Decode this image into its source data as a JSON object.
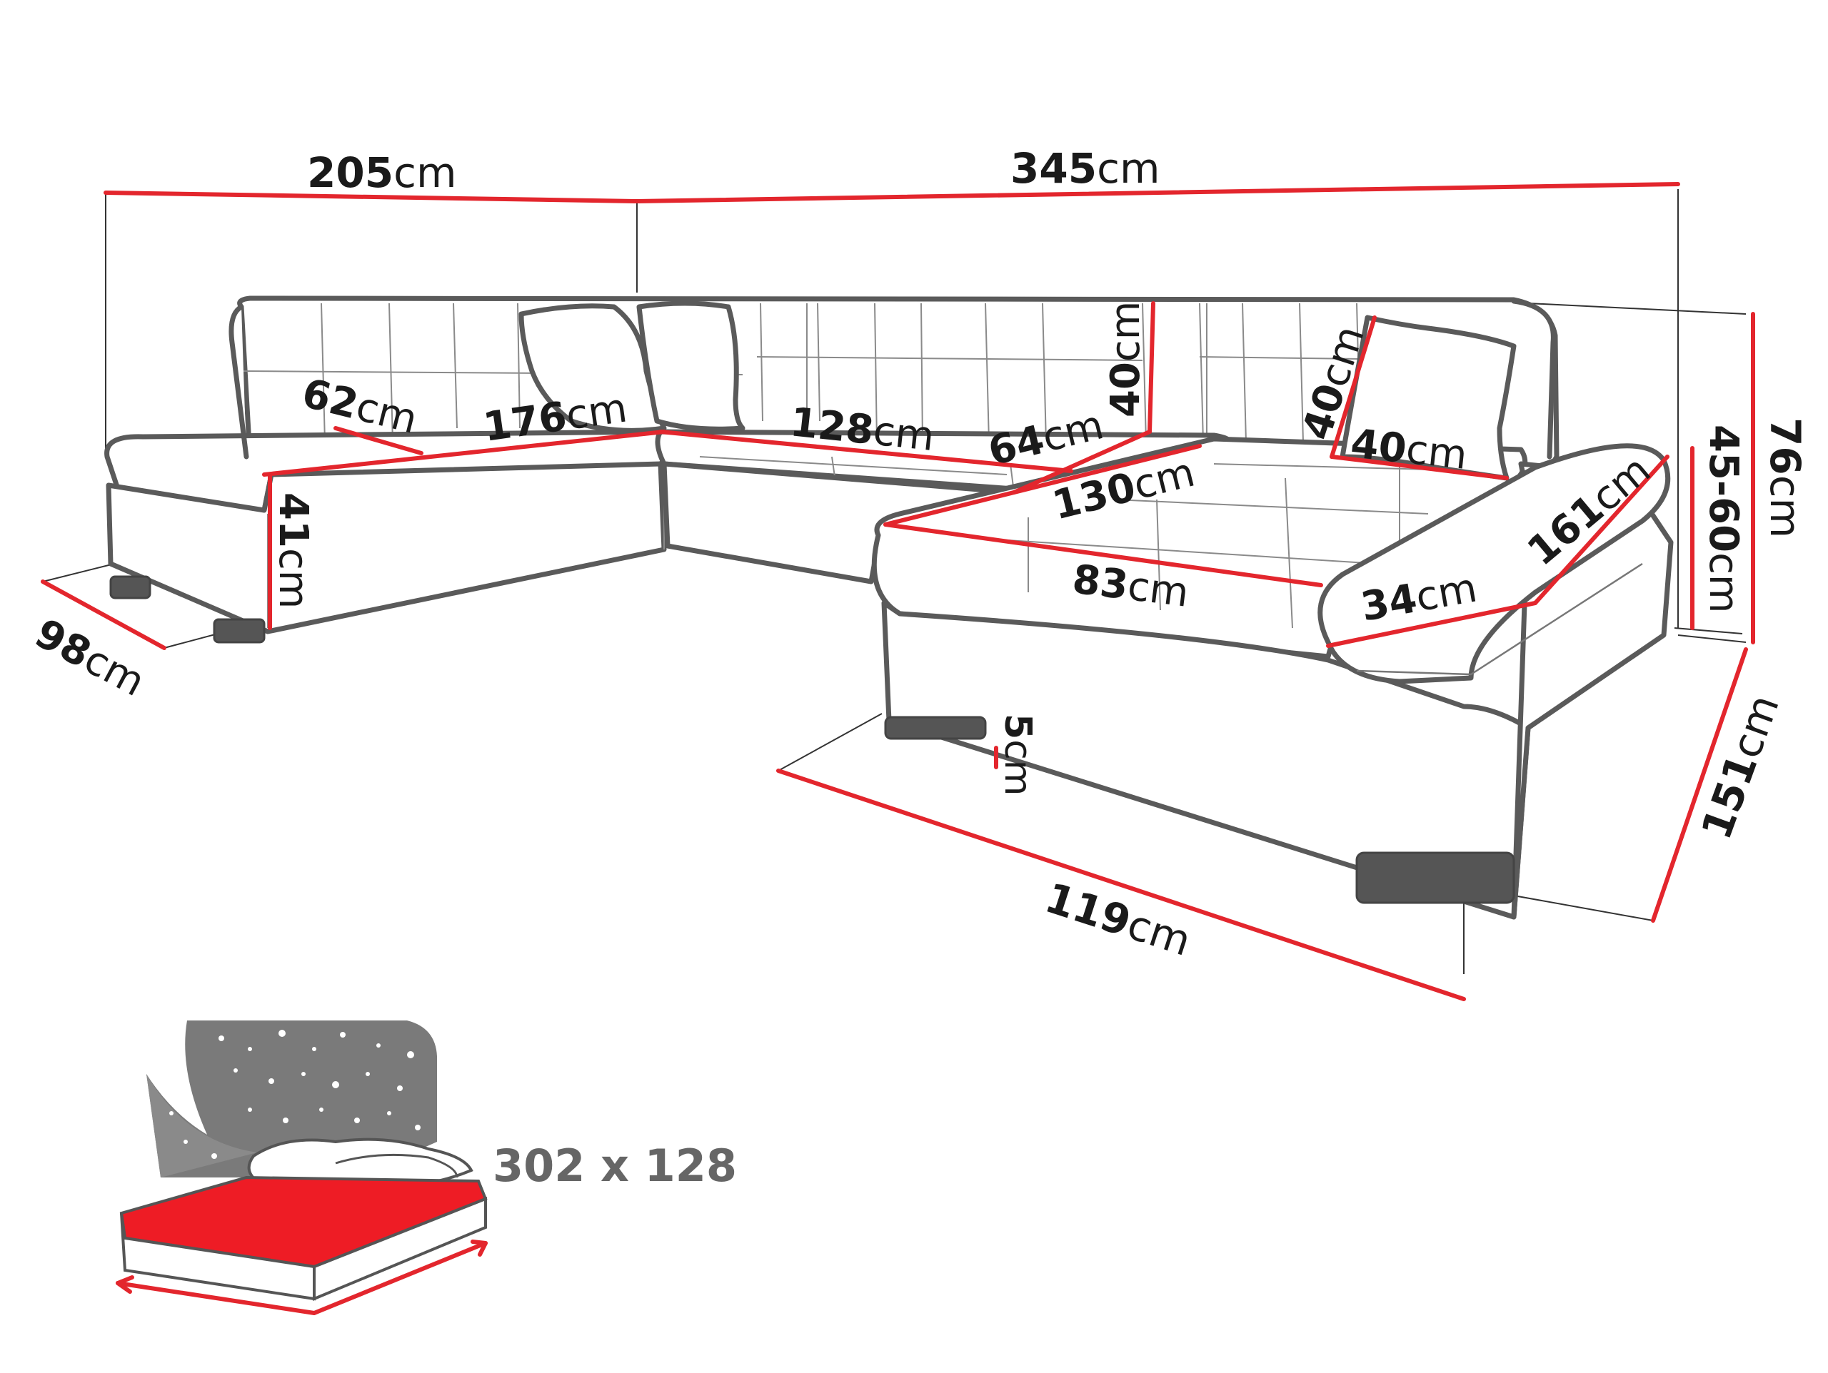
{
  "colors": {
    "dimension_line": "#e3262d",
    "outline": "#5a5a5a",
    "bed_surface": "#ee1c25",
    "night_sky": "#7a7a7a",
    "background": "#ffffff"
  },
  "dimensions": {
    "total_left_width": {
      "value": "205",
      "unit": "cm"
    },
    "total_right_width": {
      "value": "345",
      "unit": "cm"
    },
    "left_seat_depth": {
      "value": "62",
      "unit": "cm"
    },
    "left_seat_width": {
      "value": "176",
      "unit": "cm"
    },
    "middle_seat_width": {
      "value": "128",
      "unit": "cm"
    },
    "middle_seat_depth": {
      "value": "64",
      "unit": "cm"
    },
    "backrest_height": {
      "value": "40",
      "unit": "cm"
    },
    "cushion_height": {
      "value": "40",
      "unit": "cm"
    },
    "cushion_width": {
      "value": "40",
      "unit": "cm"
    },
    "chaise_width": {
      "value": "130",
      "unit": "cm"
    },
    "chaise_seat_depth": {
      "value": "83",
      "unit": "cm"
    },
    "armrest_width": {
      "value": "34",
      "unit": "cm"
    },
    "armrest_length": {
      "value": "161",
      "unit": "cm"
    },
    "seat_height": {
      "value": "41",
      "unit": "cm"
    },
    "left_depth": {
      "value": "98",
      "unit": "cm"
    },
    "leg_height": {
      "value": "5",
      "unit": "cm"
    },
    "chaise_front_width": {
      "value": "119",
      "unit": "cm"
    },
    "chaise_length": {
      "value": "151",
      "unit": "cm"
    },
    "headrest_height": {
      "value": "45-60",
      "unit": "cm"
    },
    "total_height": {
      "value": "76",
      "unit": "cm"
    }
  },
  "sleeping_area": {
    "label": "302 x 128",
    "icon": "bed-night-icon"
  }
}
